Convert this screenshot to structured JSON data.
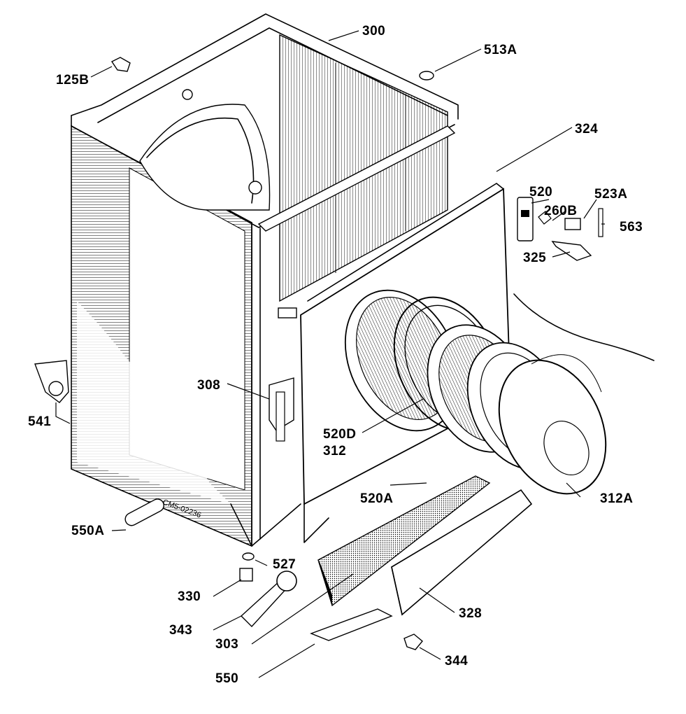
{
  "drawing_code": "CM5-02236",
  "colors": {
    "ink": "#000000",
    "paper": "#ffffff"
  },
  "parts": [
    {
      "id": "p300",
      "label": "300"
    },
    {
      "id": "p513a",
      "label": "513A"
    },
    {
      "id": "p125b",
      "label": "125B"
    },
    {
      "id": "p324",
      "label": "324"
    },
    {
      "id": "p520",
      "label": "520"
    },
    {
      "id": "p523a",
      "label": "523A"
    },
    {
      "id": "p260b",
      "label": "260B"
    },
    {
      "id": "p563",
      "label": "563"
    },
    {
      "id": "p325",
      "label": "325"
    },
    {
      "id": "p308",
      "label": "308"
    },
    {
      "id": "p541",
      "label": "541"
    },
    {
      "id": "p520d",
      "label": "520D"
    },
    {
      "id": "p312",
      "label": "312"
    },
    {
      "id": "p520a",
      "label": "520A"
    },
    {
      "id": "p312a",
      "label": "312A"
    },
    {
      "id": "p550a",
      "label": "550A"
    },
    {
      "id": "p527",
      "label": "527"
    },
    {
      "id": "p330",
      "label": "330"
    },
    {
      "id": "p343",
      "label": "343"
    },
    {
      "id": "p303",
      "label": "303"
    },
    {
      "id": "p328",
      "label": "328"
    },
    {
      "id": "p344",
      "label": "344"
    },
    {
      "id": "p550",
      "label": "550"
    }
  ]
}
